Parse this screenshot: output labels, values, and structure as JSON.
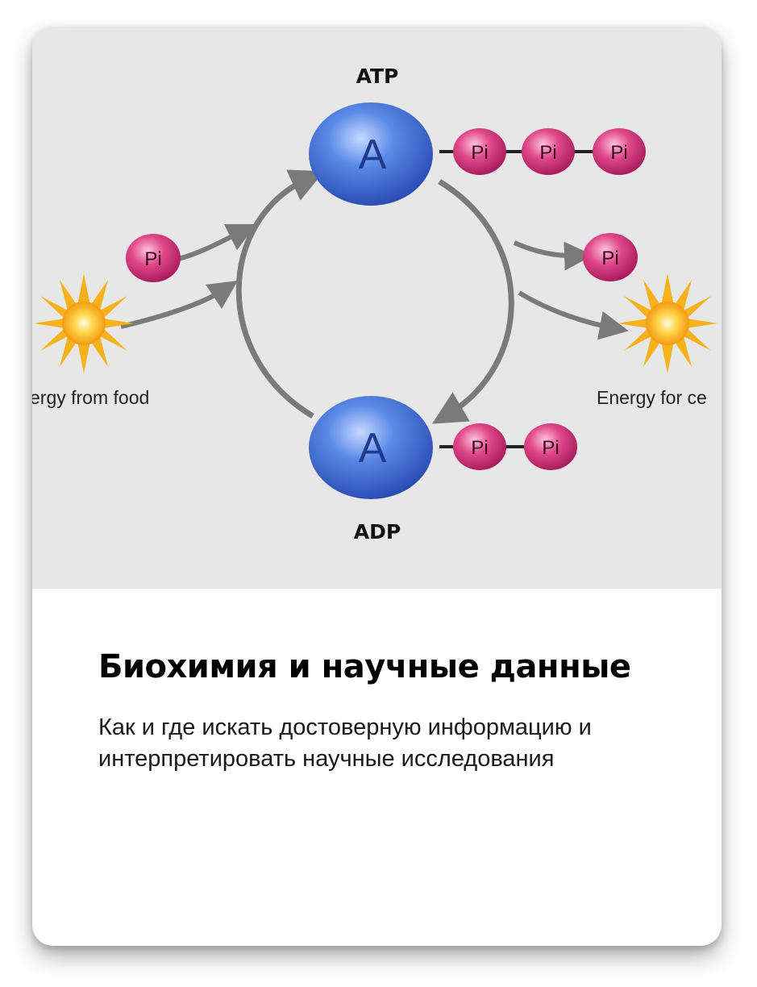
{
  "diagram": {
    "atp_label": "ATP",
    "adp_label": "ADP",
    "adenosine_letter": "A",
    "phosphate_label": "Pi",
    "energy_in_label": "ergy from food",
    "energy_out_label": "Energy for ce"
  },
  "card": {
    "title": "Биохимия и научные данные",
    "description_line1": "Как и где искать достоверную информацию и",
    "description_line2": "интерпретировать научные исследования"
  },
  "colors": {
    "background": "#e7e7e7",
    "adenosine": "#2f5fd0",
    "phosphate": "#c8246c",
    "arrow": "#7a7a7a",
    "sun": "#f6b21a"
  }
}
